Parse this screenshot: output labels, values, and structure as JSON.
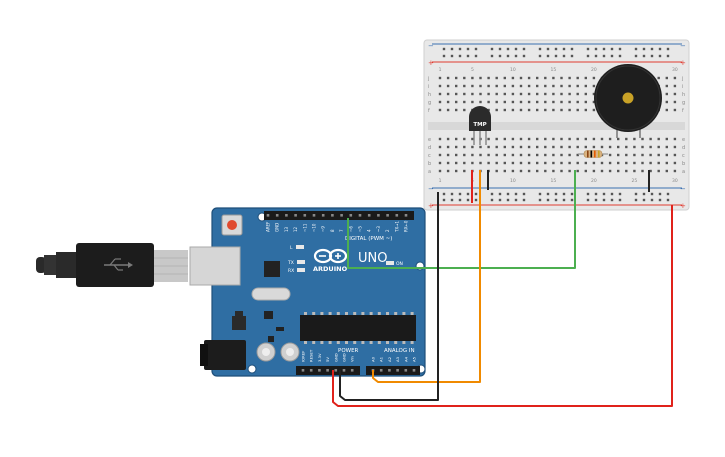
{
  "colors": {
    "board": "#2f6ea3",
    "board_edge": "#1f4f7a",
    "breadboard": "#e6e6e6",
    "rail_red": "#e03c31",
    "rail_blue": "#3a6fb0",
    "wire_red": "#e0221b",
    "wire_black": "#222222",
    "wire_orange": "#f08a00",
    "wire_green": "#4caf50",
    "buzzer": "#1e1e1e",
    "buzzer_center": "#c9a227",
    "sensor": "#2b2b2b"
  },
  "arduino": {
    "brand": "ARDUINO",
    "model": "UNO",
    "digital_label": "DIGITAL (PWM ~)",
    "power_label": "POWER",
    "analog_label": "ANALOG IN",
    "on_label": "ON",
    "led_l": "L",
    "led_tx": "TX",
    "led_rx": "RX",
    "top_pins": [
      "AREF",
      "GND",
      "13",
      "12",
      "~11",
      "~10",
      "~9",
      "8",
      "7",
      "~6",
      "~5",
      "4",
      "~3",
      "2",
      "TX→1",
      "RX←0"
    ],
    "power_pins": [
      "IOREF",
      "RESET",
      "3.3V",
      "5V",
      "GND",
      "GND",
      "Vin"
    ],
    "analog_pins": [
      "A0",
      "A1",
      "A2",
      "A3",
      "A4",
      "A5"
    ]
  },
  "sensor": {
    "label": "TMP"
  },
  "breadboard": {
    "rail_plus": "+",
    "rail_minus": "−",
    "top_rows": [
      "j",
      "i",
      "h",
      "g",
      "f"
    ],
    "bottom_rows": [
      "e",
      "d",
      "c",
      "b",
      "a"
    ],
    "col_numbers": [
      "1",
      "",
      "",
      "",
      "5",
      "",
      "",
      "",
      "",
      "10",
      "",
      "",
      "",
      "",
      "15",
      "",
      "",
      "",
      "",
      "20",
      "",
      "",
      "",
      "",
      "25",
      "",
      "",
      "",
      "",
      "30"
    ]
  },
  "usb": {
    "icon": "usb-icon"
  }
}
